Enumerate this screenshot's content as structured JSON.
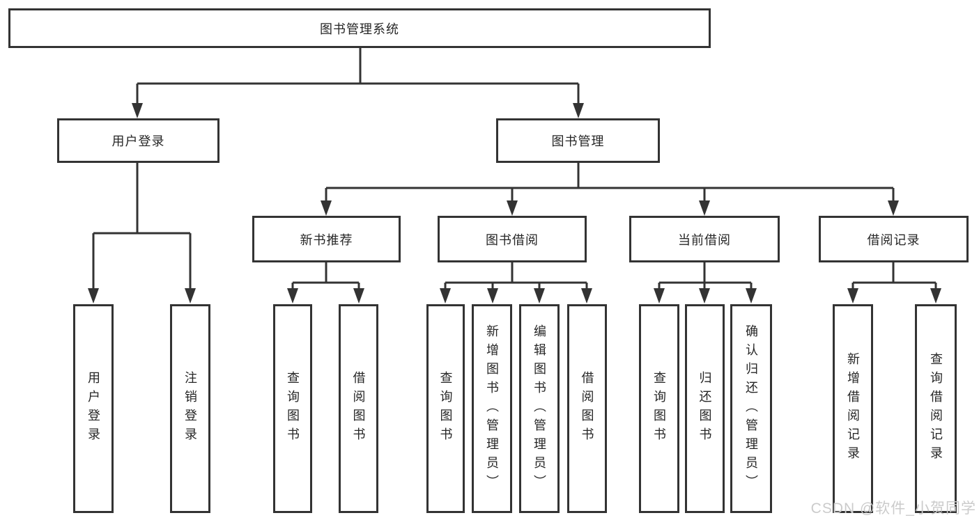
{
  "diagram": {
    "root": "图书管理系统",
    "level2": [
      {
        "label": "用户登录",
        "children": [
          "用户登录",
          "注销登录"
        ]
      },
      {
        "label": "图书管理",
        "children": [
          {
            "label": "新书推荐",
            "children": [
              "查询图书",
              "借阅图书"
            ]
          },
          {
            "label": "图书借阅",
            "children": [
              "查询图书",
              "新增图书（管理员）",
              "编辑图书（管理员）",
              "借阅图书"
            ]
          },
          {
            "label": "当前借阅",
            "children": [
              "查询图书",
              "归还图书",
              "确认归还（管理员）"
            ]
          },
          {
            "label": "借阅记录",
            "children": [
              "新增借阅记录",
              "查询借阅记录"
            ]
          }
        ]
      }
    ]
  },
  "watermark": {
    "text": "CSDN @软件_小贺同学"
  },
  "colors": {
    "line": "#333333",
    "text": "#262626",
    "box-bg": "#ffffff",
    "background": "#ffffff",
    "watermark": "#cbcbcb"
  }
}
